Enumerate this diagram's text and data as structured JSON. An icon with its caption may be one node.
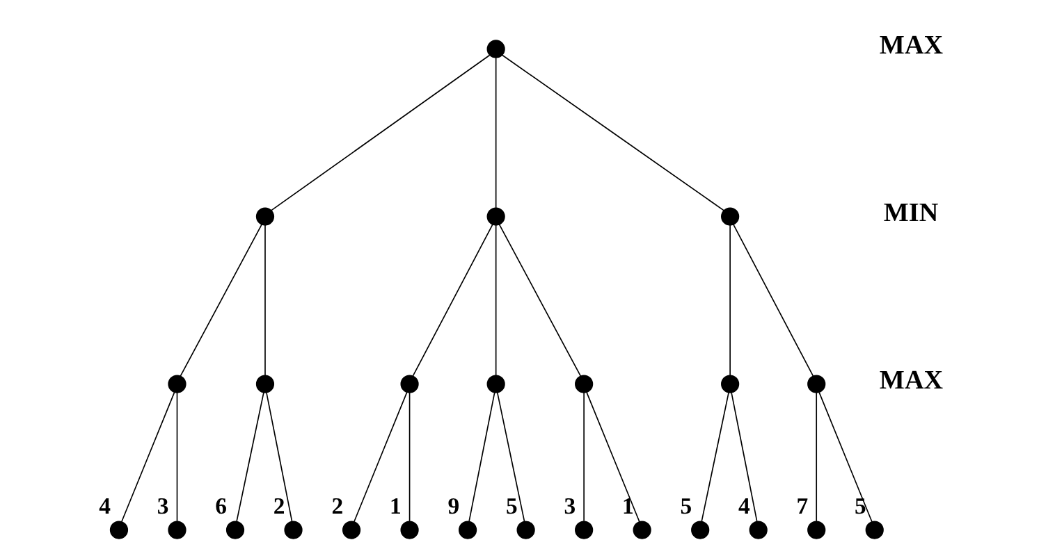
{
  "diagram": {
    "nodes": [
      {
        "text": [],
        "shape": "circle"
      },
      {
        "text": [],
        "shape": "circle"
      },
      {
        "text": [],
        "shape": "circle"
      },
      {
        "text": [],
        "shape": "circle"
      },
      {
        "text": [],
        "shape": "circle"
      },
      {
        "text": [],
        "shape": "circle"
      },
      {
        "text": [],
        "shape": "circle"
      },
      {
        "text": [],
        "shape": "circle"
      },
      {
        "text": [],
        "shape": "circle"
      },
      {
        "text": [],
        "shape": "circle"
      },
      {
        "text": [],
        "shape": "circle"
      },
      {
        "text": [],
        "shape": "circle",
        "beside": [
          "4"
        ]
      },
      {
        "text": [],
        "shape": "circle",
        "beside": [
          "3"
        ]
      },
      {
        "text": [],
        "shape": "circle",
        "beside": [
          "6"
        ]
      },
      {
        "text": [],
        "shape": "circle",
        "beside": [
          "2"
        ]
      },
      {
        "text": [],
        "shape": "circle",
        "beside": [
          "2"
        ]
      },
      {
        "text": [],
        "shape": "circle",
        "beside": [
          "1"
        ]
      },
      {
        "text": [],
        "shape": "circle",
        "beside": [
          "9"
        ]
      },
      {
        "text": [],
        "shape": "circle",
        "beside": [
          "5"
        ]
      },
      {
        "text": [],
        "shape": "circle",
        "beside": [
          "3"
        ]
      },
      {
        "text": [],
        "shape": "circle",
        "beside": [
          "1"
        ]
      },
      {
        "text": [],
        "shape": "circle",
        "beside": [
          "5"
        ]
      },
      {
        "text": [],
        "shape": "circle",
        "beside": [
          "4"
        ]
      },
      {
        "text": [],
        "shape": "circle",
        "beside": [
          "7"
        ]
      },
      {
        "text": [],
        "shape": "circle",
        "beside": [
          "5"
        ]
      }
    ],
    "edges": [
      {
        "from": 0,
        "to": 1,
        "arrow": "none"
      },
      {
        "from": 0,
        "to": 2,
        "arrow": "none"
      },
      {
        "from": 0,
        "to": 3,
        "arrow": "none"
      },
      {
        "from": 1,
        "to": 4,
        "arrow": "none"
      },
      {
        "from": 1,
        "to": 5,
        "arrow": "none"
      },
      {
        "from": 2,
        "to": 6,
        "arrow": "none"
      },
      {
        "from": 2,
        "to": 7,
        "arrow": "none"
      },
      {
        "from": 2,
        "to": 8,
        "arrow": "none"
      },
      {
        "from": 3,
        "to": 9,
        "arrow": "none"
      },
      {
        "from": 3,
        "to": 10,
        "arrow": "none"
      },
      {
        "from": 4,
        "to": 11,
        "arrow": "none"
      },
      {
        "from": 4,
        "to": 12,
        "arrow": "none"
      },
      {
        "from": 5,
        "to": 13,
        "arrow": "none"
      },
      {
        "from": 5,
        "to": 14,
        "arrow": "none"
      },
      {
        "from": 6,
        "to": 15,
        "arrow": "none"
      },
      {
        "from": 6,
        "to": 16,
        "arrow": "none"
      },
      {
        "from": 7,
        "to": 17,
        "arrow": "none"
      },
      {
        "from": 7,
        "to": 18,
        "arrow": "none"
      },
      {
        "from": 8,
        "to": 19,
        "arrow": "none"
      },
      {
        "from": 8,
        "to": 20,
        "arrow": "none"
      },
      {
        "from": 9,
        "to": 21,
        "arrow": "none"
      },
      {
        "from": 9,
        "to": 22,
        "arrow": "none"
      },
      {
        "from": 10,
        "to": 23,
        "arrow": "none"
      },
      {
        "from": 10,
        "to": 24,
        "arrow": "none"
      }
    ],
    "labels": [
      "MAX",
      "MIN",
      "MAX"
    ]
  }
}
